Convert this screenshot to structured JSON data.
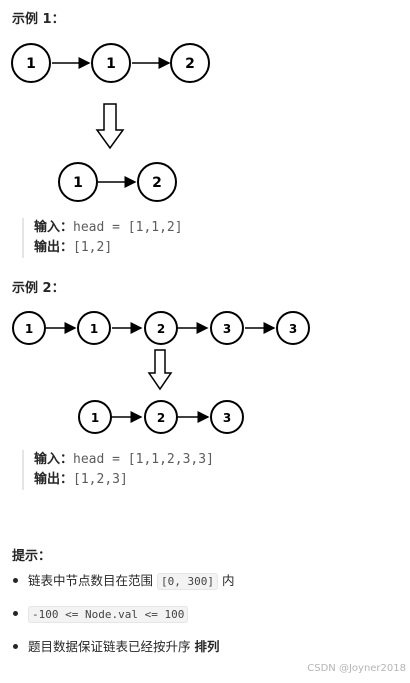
{
  "example1": {
    "heading": "示例 1：",
    "input_label": "输入：",
    "input_value": "head = [1,1,2]",
    "output_label": "输出：",
    "output_value": "[1,2]",
    "before_nodes": [
      "1",
      "1",
      "2"
    ],
    "after_nodes": [
      "1",
      "2"
    ]
  },
  "example2": {
    "heading": "示例 2：",
    "input_label": "输入：",
    "input_value": "head = [1,1,2,3,3]",
    "output_label": "输出：",
    "output_value": "[1,2,3]",
    "before_nodes": [
      "1",
      "1",
      "2",
      "3",
      "3"
    ],
    "after_nodes": [
      "1",
      "2",
      "3"
    ]
  },
  "tips": {
    "heading": "提示：",
    "item1_text": "链表中节点数目在范围",
    "item1_code": "[0, 300]",
    "item1_suffix": "内",
    "item2_code": "-100 <= Node.val <= 100",
    "item3_text": "题目数据保证链表已经按升序",
    "item3_strong": "排列"
  },
  "watermark": "CSDN @Joyner2018"
}
